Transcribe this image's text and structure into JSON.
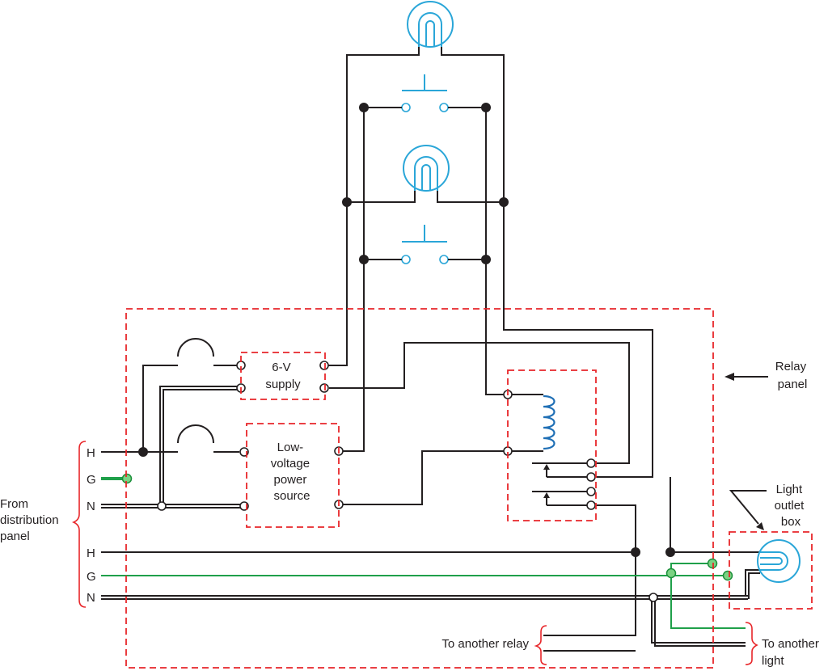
{
  "labels": {
    "supply": [
      "6-V",
      "supply"
    ],
    "low_voltage": [
      "Low-",
      "voltage",
      "power",
      "source"
    ],
    "relay_panel": [
      "Relay",
      "panel"
    ],
    "light_outlet_box": [
      "Light",
      "outlet",
      "box"
    ],
    "from_distribution_panel": [
      "From",
      "distribution",
      "panel"
    ],
    "to_another_relay": "To another relay",
    "to_another_light": [
      "To another",
      "light"
    ],
    "terminal_h_top": "H",
    "terminal_g_top": "G",
    "terminal_n_top": "N",
    "terminal_h_bottom": "H",
    "terminal_g_bottom": "G",
    "terminal_n_bottom": "N"
  },
  "colors": {
    "wire": "#231f20",
    "ground": "#1fa04a",
    "lamp_switch": "#2aa6d8",
    "coil": "#1f6fb5",
    "enclosure": "#e8262a"
  }
}
